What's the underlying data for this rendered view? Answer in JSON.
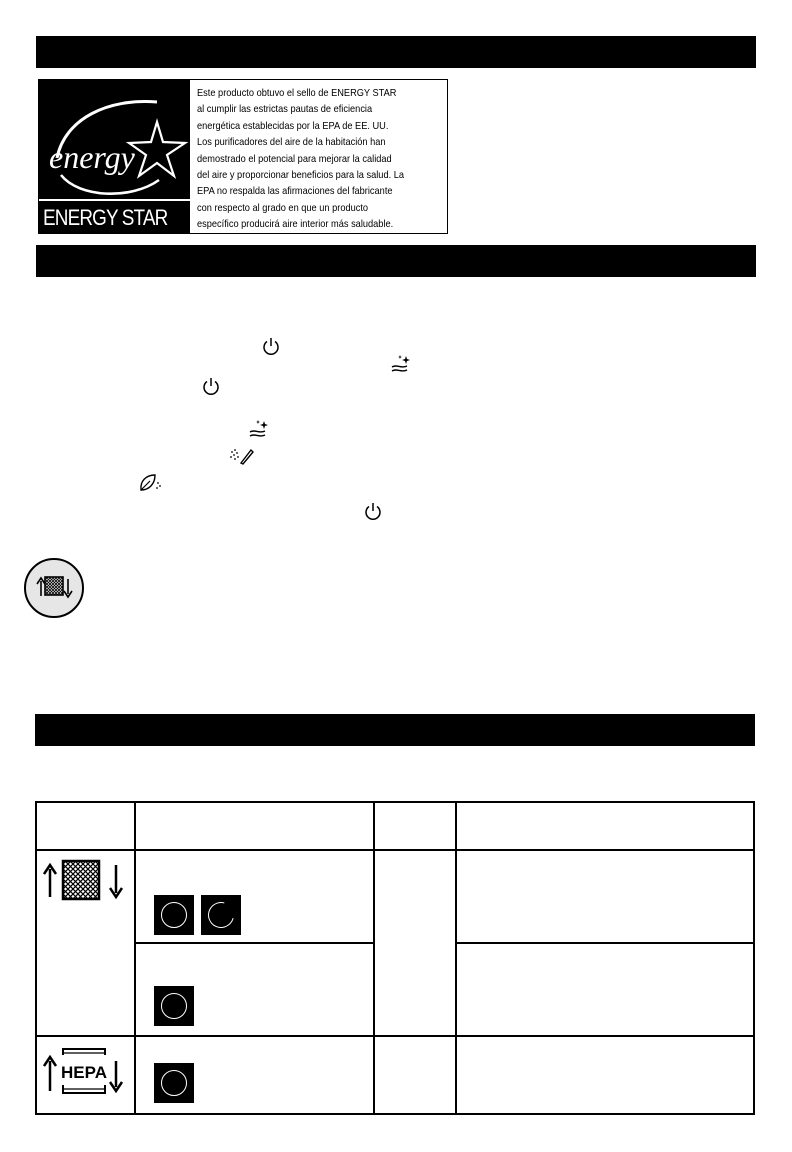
{
  "energy_star": {
    "logo_script": "energy",
    "logo_name": "ENERGY STAR",
    "lines": [
      "Este producto obtuvo el sello de ENERGY STAR",
      "al cumplir las estrictas pautas de eficiencia",
      "energética establecidas por la EPA de EE. UU.",
      "Los purificadores del aire de la habitación han",
      "demostrado el potencial para mejorar la calidad",
      "del aire y proporcionar beneficios para la salud. La",
      "EPA no respalda las afirmaciones del fabricante",
      "con respecto al grado en que un producto",
      "específico producirá aire interior más saludable."
    ]
  },
  "icons": {
    "power": "power-icon",
    "turbo": "turbo-sparkle-icon",
    "spray": "spray-icon",
    "eco": "leaf-icon",
    "filter": "filter-indicator-icon",
    "hepa_label": "HEPA"
  },
  "colors": {
    "bar": "#000000",
    "indicator_bg": "#e6e6e6"
  }
}
